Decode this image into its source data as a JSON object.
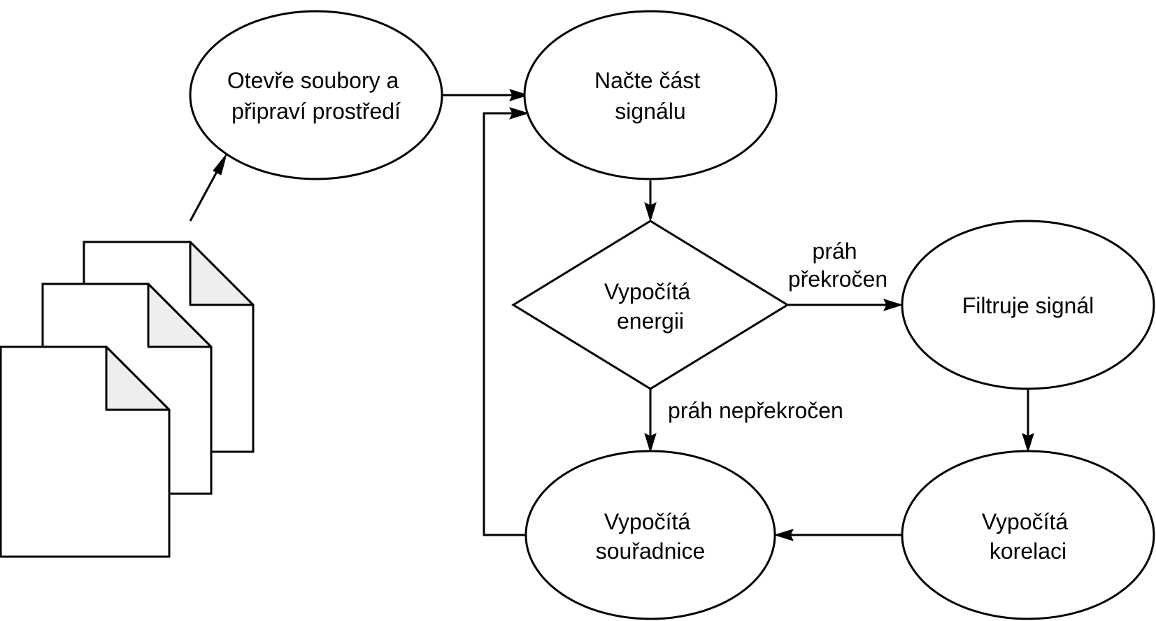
{
  "nodes": {
    "open_files": {
      "lines": [
        "Otevře soubory a",
        "připraví prostředí"
      ]
    },
    "load_signal": {
      "lines": [
        "Načte část",
        "signálu"
      ]
    },
    "compute_energy": {
      "lines": [
        "Vypočítá",
        "energii"
      ]
    },
    "filter_signal": {
      "lines": [
        "Filtruje signál"
      ]
    },
    "compute_correlation": {
      "lines": [
        "Vypočítá",
        "korelaci"
      ]
    },
    "compute_coordinates": {
      "lines": [
        "Vypočítá",
        "souřadnice"
      ]
    }
  },
  "edge_labels": {
    "threshold_exceeded": {
      "lines": [
        "práh",
        "překročen"
      ]
    },
    "threshold_not_exceeded": {
      "lines": [
        "práh nepřekročen"
      ]
    }
  }
}
